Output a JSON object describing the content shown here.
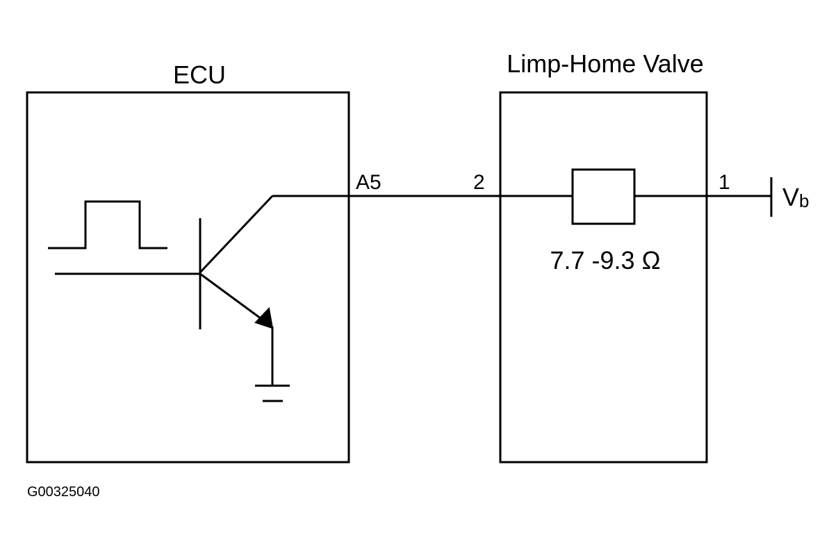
{
  "ecu": {
    "title": "ECU",
    "pin_label": "A5"
  },
  "valve": {
    "title": "Limp-Home Valve",
    "pin_in_label": "2",
    "pin_out_label": "1",
    "resistance_label": "7.7 -9.3 Ω"
  },
  "supply": {
    "label_main": "V",
    "label_sub": "b"
  },
  "figure_id": "G00325040",
  "colors": {
    "line": "#000000",
    "background": "#ffffff"
  }
}
